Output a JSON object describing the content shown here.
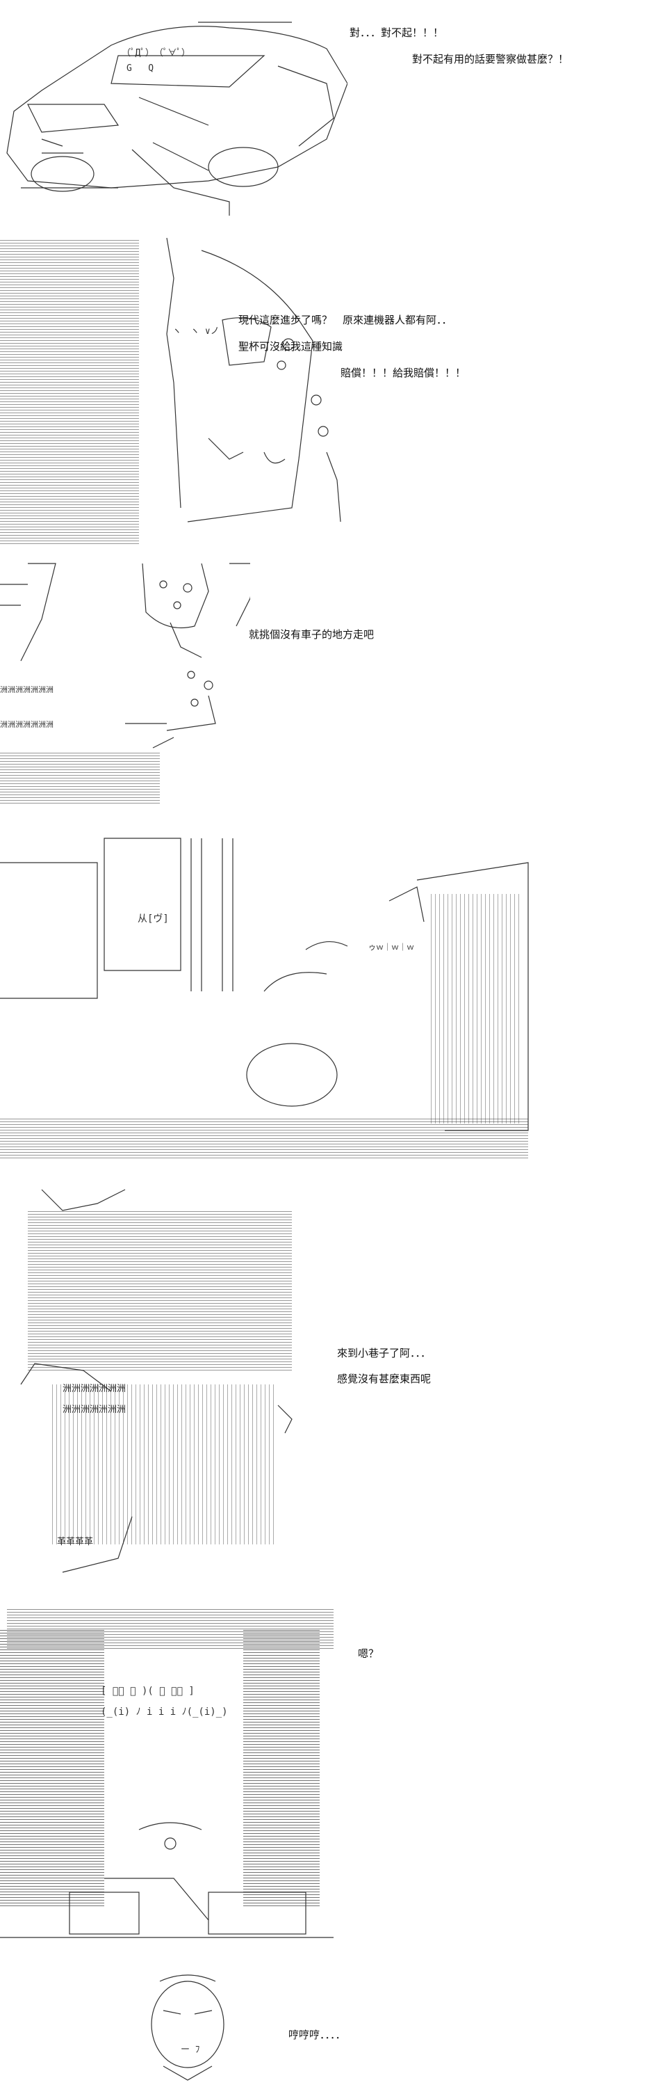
{
  "panels": [
    {
      "lines": [
        "對．．．對不起！！！",
        "對不起有用的話要警察做甚麼？！"
      ]
    },
    {
      "lines": [
        "現代這麼進步了嗎？　原來連機器人都有阿．．",
        "聖杯可沒給我這種知識",
        "賠償！！！給我賠償！！！"
      ]
    },
    {
      "lines": [
        "就挑個沒有車子的地方走吧"
      ]
    },
    {
      "lines": []
    },
    {
      "lines": [
        "來到小巷子了阿．．．",
        "感覺沒有甚麼東西呢"
      ]
    },
    {
      "lines": [
        "嗯？"
      ]
    },
    {
      "lines": [
        "哼哼哼．．．．"
      ]
    }
  ],
  "art": {
    "car_face": "（ﾟДﾟ）　（ﾟ∀ﾟ）",
    "car_face2": "G   Q",
    "robot_face": "ヽ　ヽ ∨ノ",
    "kanji_fill": "洲洲洲洲洲洲洲",
    "shop_sign": "从[ヴ]",
    "door_sign": "ゥｗ｜ｗ｜ｗ",
    "shadow_face_left": "[ ﾟ＞ ・ )( ・ ＜ﾟ ]",
    "shadow_face_sub": "(_(i) ﾉ i i i ﾉ(_(i)_)",
    "shield_text": "革革革革",
    "small_face": "ー ﾌ"
  }
}
